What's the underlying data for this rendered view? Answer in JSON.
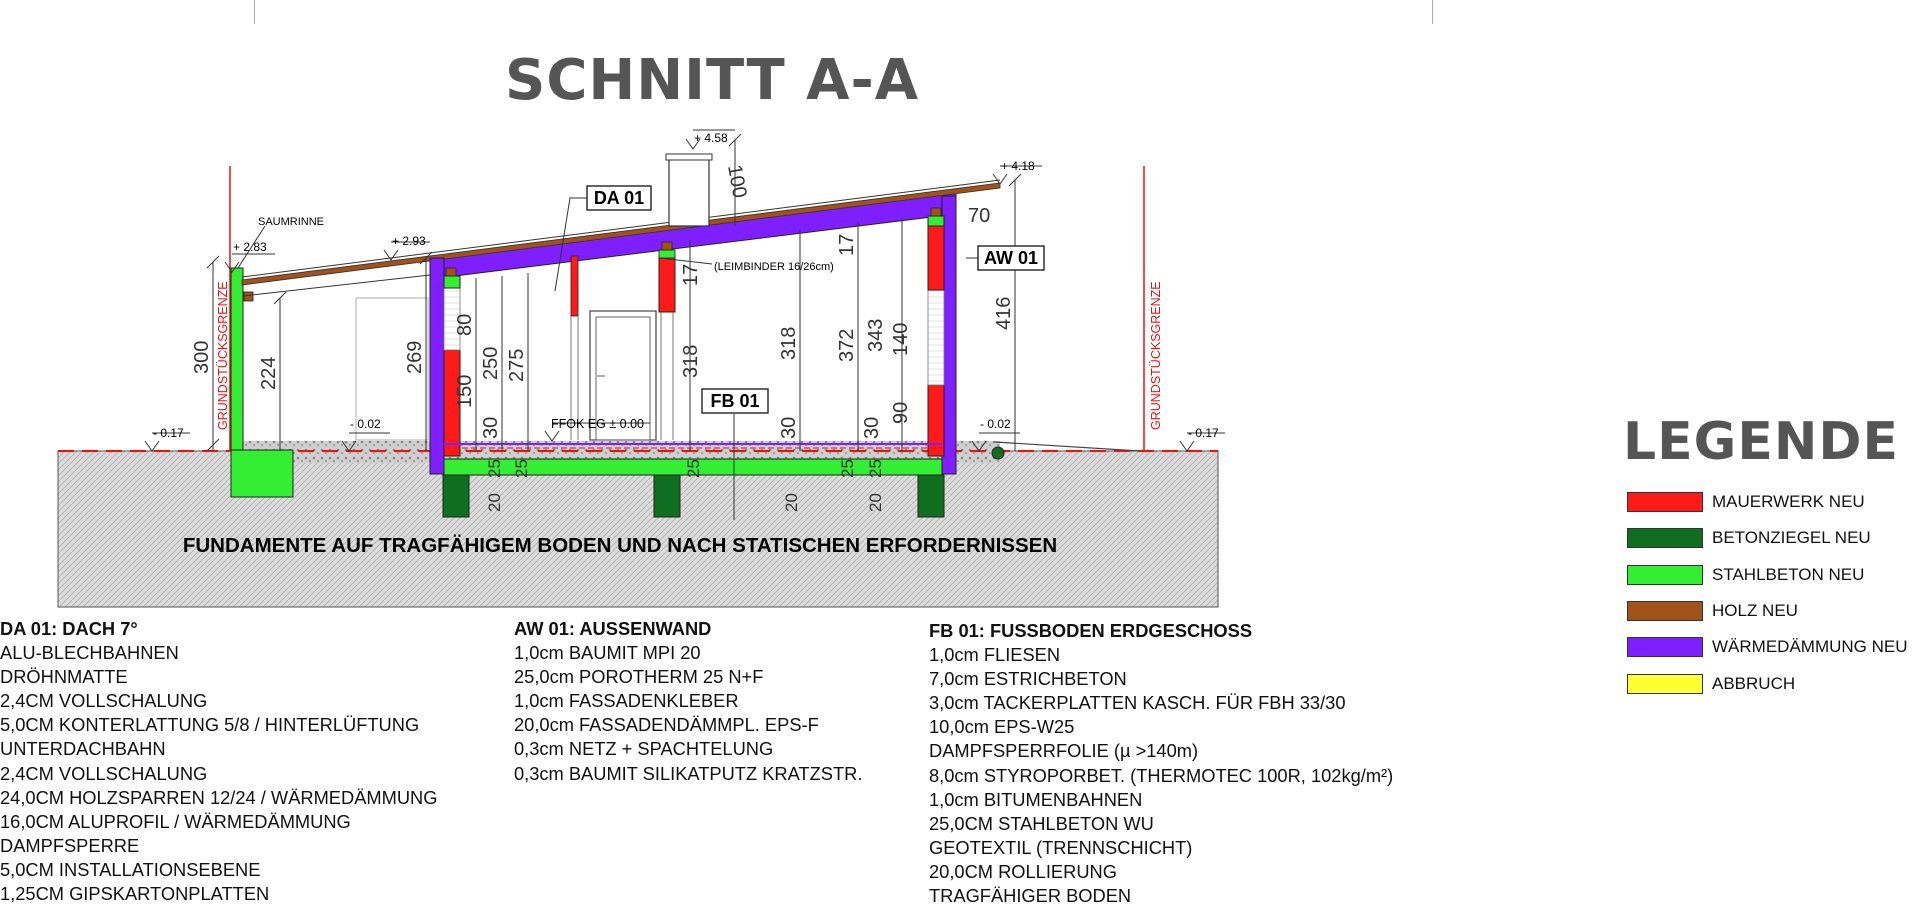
{
  "title": "SCHNITT A-A",
  "legend": {
    "title": "LEGENDE",
    "items": [
      {
        "label": "MAUERWERK NEU",
        "color": "#ff1a1a"
      },
      {
        "label": "BETONZIEGEL NEU",
        "color": "#0f6e1f"
      },
      {
        "label": "STAHLBETON NEU",
        "color": "#33ee33"
      },
      {
        "label": "HOLZ NEU",
        "color": "#a0521a"
      },
      {
        "label": "WÄRMEDÄMMUNG NEU",
        "color": "#7f1fff"
      },
      {
        "label": "ABBRUCH",
        "color": "#ffff33"
      }
    ]
  },
  "drawing": {
    "boundary_left": "GRUNDSTÜCKSGRENZE",
    "boundary_right": "GRUNDSTÜCKSGRENZE",
    "foundation_note": "FUNDAMENTE AUF TRAGFÄHIGEM BODEN UND NACH STATISCHEN ERFORDERNISSEN",
    "saumrinne": "SAUMRINNE",
    "leimbinder": "(LEIMBINDER 16/26cm)",
    "ffok": "FFOK EG ± 0.00",
    "tags": {
      "da": "DA 01",
      "aw": "AW 01",
      "fb": "FB 01"
    },
    "levels": {
      "l458": "+ 4.58",
      "l418": "+ 4.18",
      "l293": "+ 2.93",
      "l283": "+ 2.83",
      "m017a": "- 0.17",
      "m002a": "- 0.02",
      "m002b": "- 0.02",
      "m017b": "- 0.17"
    },
    "dims": {
      "d300": "300",
      "d224": "224",
      "d269": "269",
      "d80": "80",
      "d150": "150",
      "d30a": "30",
      "d250": "250",
      "d275": "275",
      "d318a": "318",
      "d17a": "17",
      "d318b": "318",
      "d372": "372",
      "d17b": "17",
      "d343": "343",
      "d140": "140",
      "d90": "90",
      "d30b": "30",
      "d30c": "30",
      "d416": "416",
      "d70": "70",
      "d100": "100",
      "d20a": "20",
      "d20b": "20",
      "d20c": "20",
      "d25a": "25",
      "d25b": "25",
      "d25c": "25",
      "d25d": "25",
      "d25e": "25"
    }
  },
  "specs": {
    "da": {
      "title": "DA 01: DACH 7°",
      "lines": [
        "ALU-BLECHBAHNEN",
        "DRÖHNMATTE",
        "2,4CM VOLLSCHALUNG",
        "5,0CM KONTERLATTUNG 5/8 / HINTERLÜFTUNG",
        "UNTERDACHBAHN",
        "2,4CM VOLLSCHALUNG",
        "24,0CM HOLZSPARREN 12/24 / WÄRMEDÄMMUNG",
        "16,0CM ALUPROFIL / WÄRMEDÄMMUNG",
        "DAMPFSPERRE",
        "5,0CM INSTALLATIONSEBENE",
        "1,25CM GIPSKARTONPLATTEN"
      ]
    },
    "aw": {
      "title": "AW 01: AUSSENWAND",
      "lines": [
        "1,0cm BAUMIT MPI 20",
        "25,0cm POROTHERM 25 N+F",
        "1,0cm FASSADENKLEBER",
        "20,0cm FASSADENDÄMMPL. EPS-F",
        "0,3cm NETZ + SPACHTELUNG",
        "0,3cm BAUMIT SILIKATPUTZ KRATZSTR."
      ]
    },
    "fb": {
      "title": "FB 01: FUSSBODEN ERDGESCHOSS",
      "lines": [
        "1,0cm FLIESEN",
        "7,0cm ESTRICHBETON",
        "3,0cm TACKERPLATTEN KASCH. FÜR FBH 33/30",
        "10,0cm EPS-W25",
        "DAMPFSPERRFOLIE (µ >140m)",
        "8,0cm STYROPORBET. (THERMOTEC 100R, 102kg/m²)",
        "1,0cm BITUMENBAHNEN",
        "25,0CM STAHLBETON WU",
        "GEOTEXTIL (TRENNSCHICHT)",
        "20,0CM ROLLIERUNG",
        "TRAGFÄHIGER BODEN"
      ]
    }
  }
}
